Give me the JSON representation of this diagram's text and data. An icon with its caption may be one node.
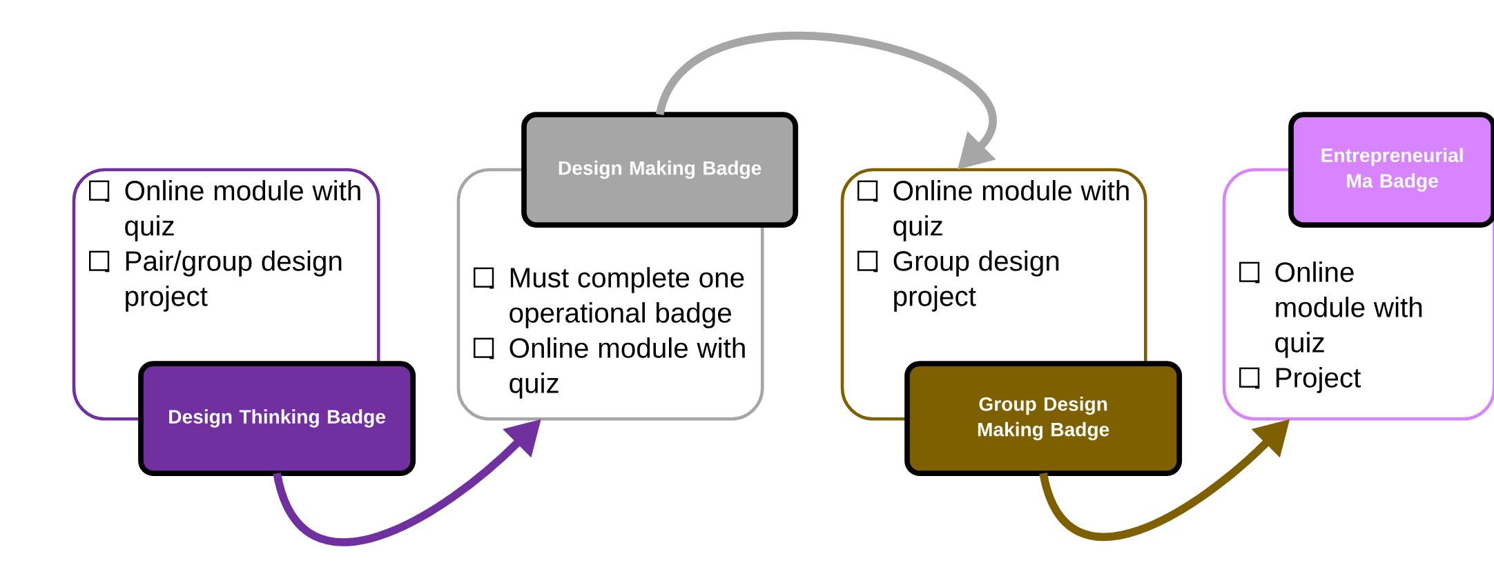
{
  "diagram": {
    "nodes": [
      {
        "text": [
          "Online module with quiz",
          "Pair/group design project"
        ]
      },
      {
        "text": [
          "Design Thinking Badge"
        ]
      },
      {
        "text": [
          "Design Making Badge"
        ]
      },
      {
        "text": [
          "Must complete one operational badge",
          "Online module with quiz"
        ]
      },
      {
        "text": [
          "Online module with quiz",
          "Group design project"
        ]
      },
      {
        "text": [
          "Group Design Making Badge"
        ]
      },
      {
        "text": [
          "Entrepreneurial Ma Badge"
        ]
      },
      {
        "text": [
          "Online module with quiz",
          "Project"
        ]
      }
    ],
    "edges": [
      {
        "from": 1,
        "to": 3,
        "arrow": "to",
        "color": "#7030a0"
      },
      {
        "from": 2,
        "to": 4,
        "arrow": "to",
        "color": "#a6a6a6"
      },
      {
        "from": 5,
        "to": 7,
        "arrow": "to",
        "color": "#7f6000"
      }
    ]
  }
}
